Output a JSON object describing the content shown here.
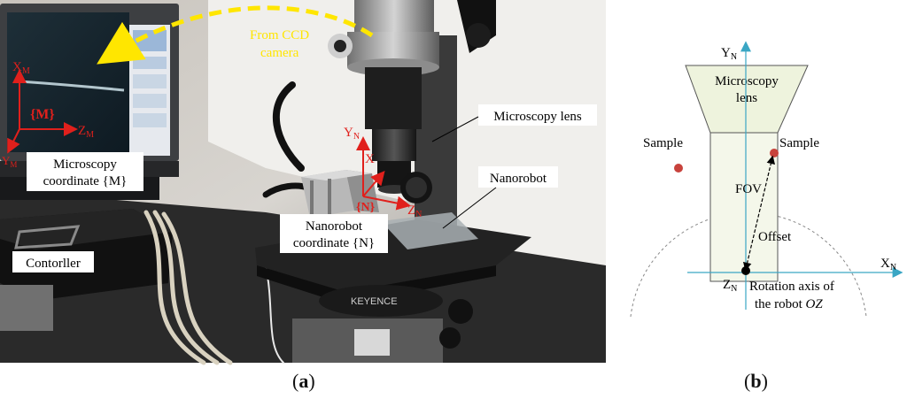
{
  "panel_a": {
    "caption_open": "(",
    "caption_letter": "a",
    "caption_close": ")",
    "camera_label_1": "From CCD",
    "camera_label_2": "camera",
    "screen_axis_x": "X",
    "screen_axis_x_sub": "M",
    "screen_axis_z": "Z",
    "screen_axis_z_sub": "M",
    "screen_axis_y": "Y",
    "screen_axis_y_sub": "M",
    "screen_frame": "{M}",
    "robot_axis_y": "Y",
    "robot_axis_y_sub": "N",
    "robot_axis_x": "X",
    "robot_axis_z": "Z",
    "robot_axis_z_sub": "N",
    "robot_frame": "{N}",
    "label_microscopy_coord_1": "Microscopy",
    "label_microscopy_coord_2": "coordinate {M}",
    "label_controller": "Contorller",
    "label_nanorobot_coord_1": "Nanorobot",
    "label_nanorobot_coord_2": "coordinate {N}",
    "label_microscopy_lens": "Microscopy lens",
    "label_nanorobot": "Nanorobot",
    "stage_brand": "KEYENCE"
  },
  "panel_b": {
    "caption_open": "(",
    "caption_letter": "b",
    "caption_close": ")",
    "lens_label_1": "Microscopy",
    "lens_label_2": "lens",
    "axis_y": "Y",
    "axis_y_sub": "N",
    "axis_x": "X",
    "axis_x_sub": "N",
    "axis_z": "Z",
    "axis_z_sub": "N",
    "sample_left": "Sample",
    "sample_right": "Sample",
    "fov_label": "FOV",
    "offset_label": "Offset",
    "rotation_label_1": "Rotation axis of",
    "rotation_label_2": "the robot",
    "rotation_label_oz": "OZ"
  },
  "colors": {
    "axis_cyan": "#3aa6c4",
    "red_frame": "#e0201c",
    "yellow_arrow": "#ffe600",
    "lens_fill": "#eef3dd",
    "sample_red": "#c8423c"
  }
}
